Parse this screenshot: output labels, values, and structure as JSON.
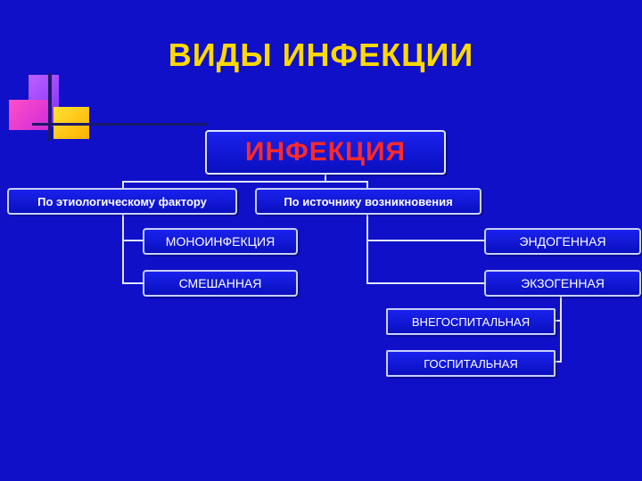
{
  "title": "ВИДЫ ИНФЕКЦИИ",
  "colors": {
    "background": "#1010c8",
    "title": "#ffd800",
    "root_text": "#ff2a2a",
    "box_text": "#ffffff",
    "box_border": "#c7d0ff"
  },
  "diagram": {
    "root": "ИНФЕКЦИЯ",
    "branches": [
      {
        "label": "По этиологическому фактору",
        "children": [
          "МОНОИНФЕКЦИЯ",
          "СМЕШАННАЯ"
        ]
      },
      {
        "label": "По источнику возникновения",
        "children": [
          {
            "label": "ЭНДОГЕННАЯ"
          },
          {
            "label": "ЭКЗОГЕННАЯ",
            "children": [
              "ВНЕГОСПИТАЛЬНАЯ",
              "ГОСПИТАЛЬНАЯ"
            ]
          }
        ]
      }
    ]
  }
}
